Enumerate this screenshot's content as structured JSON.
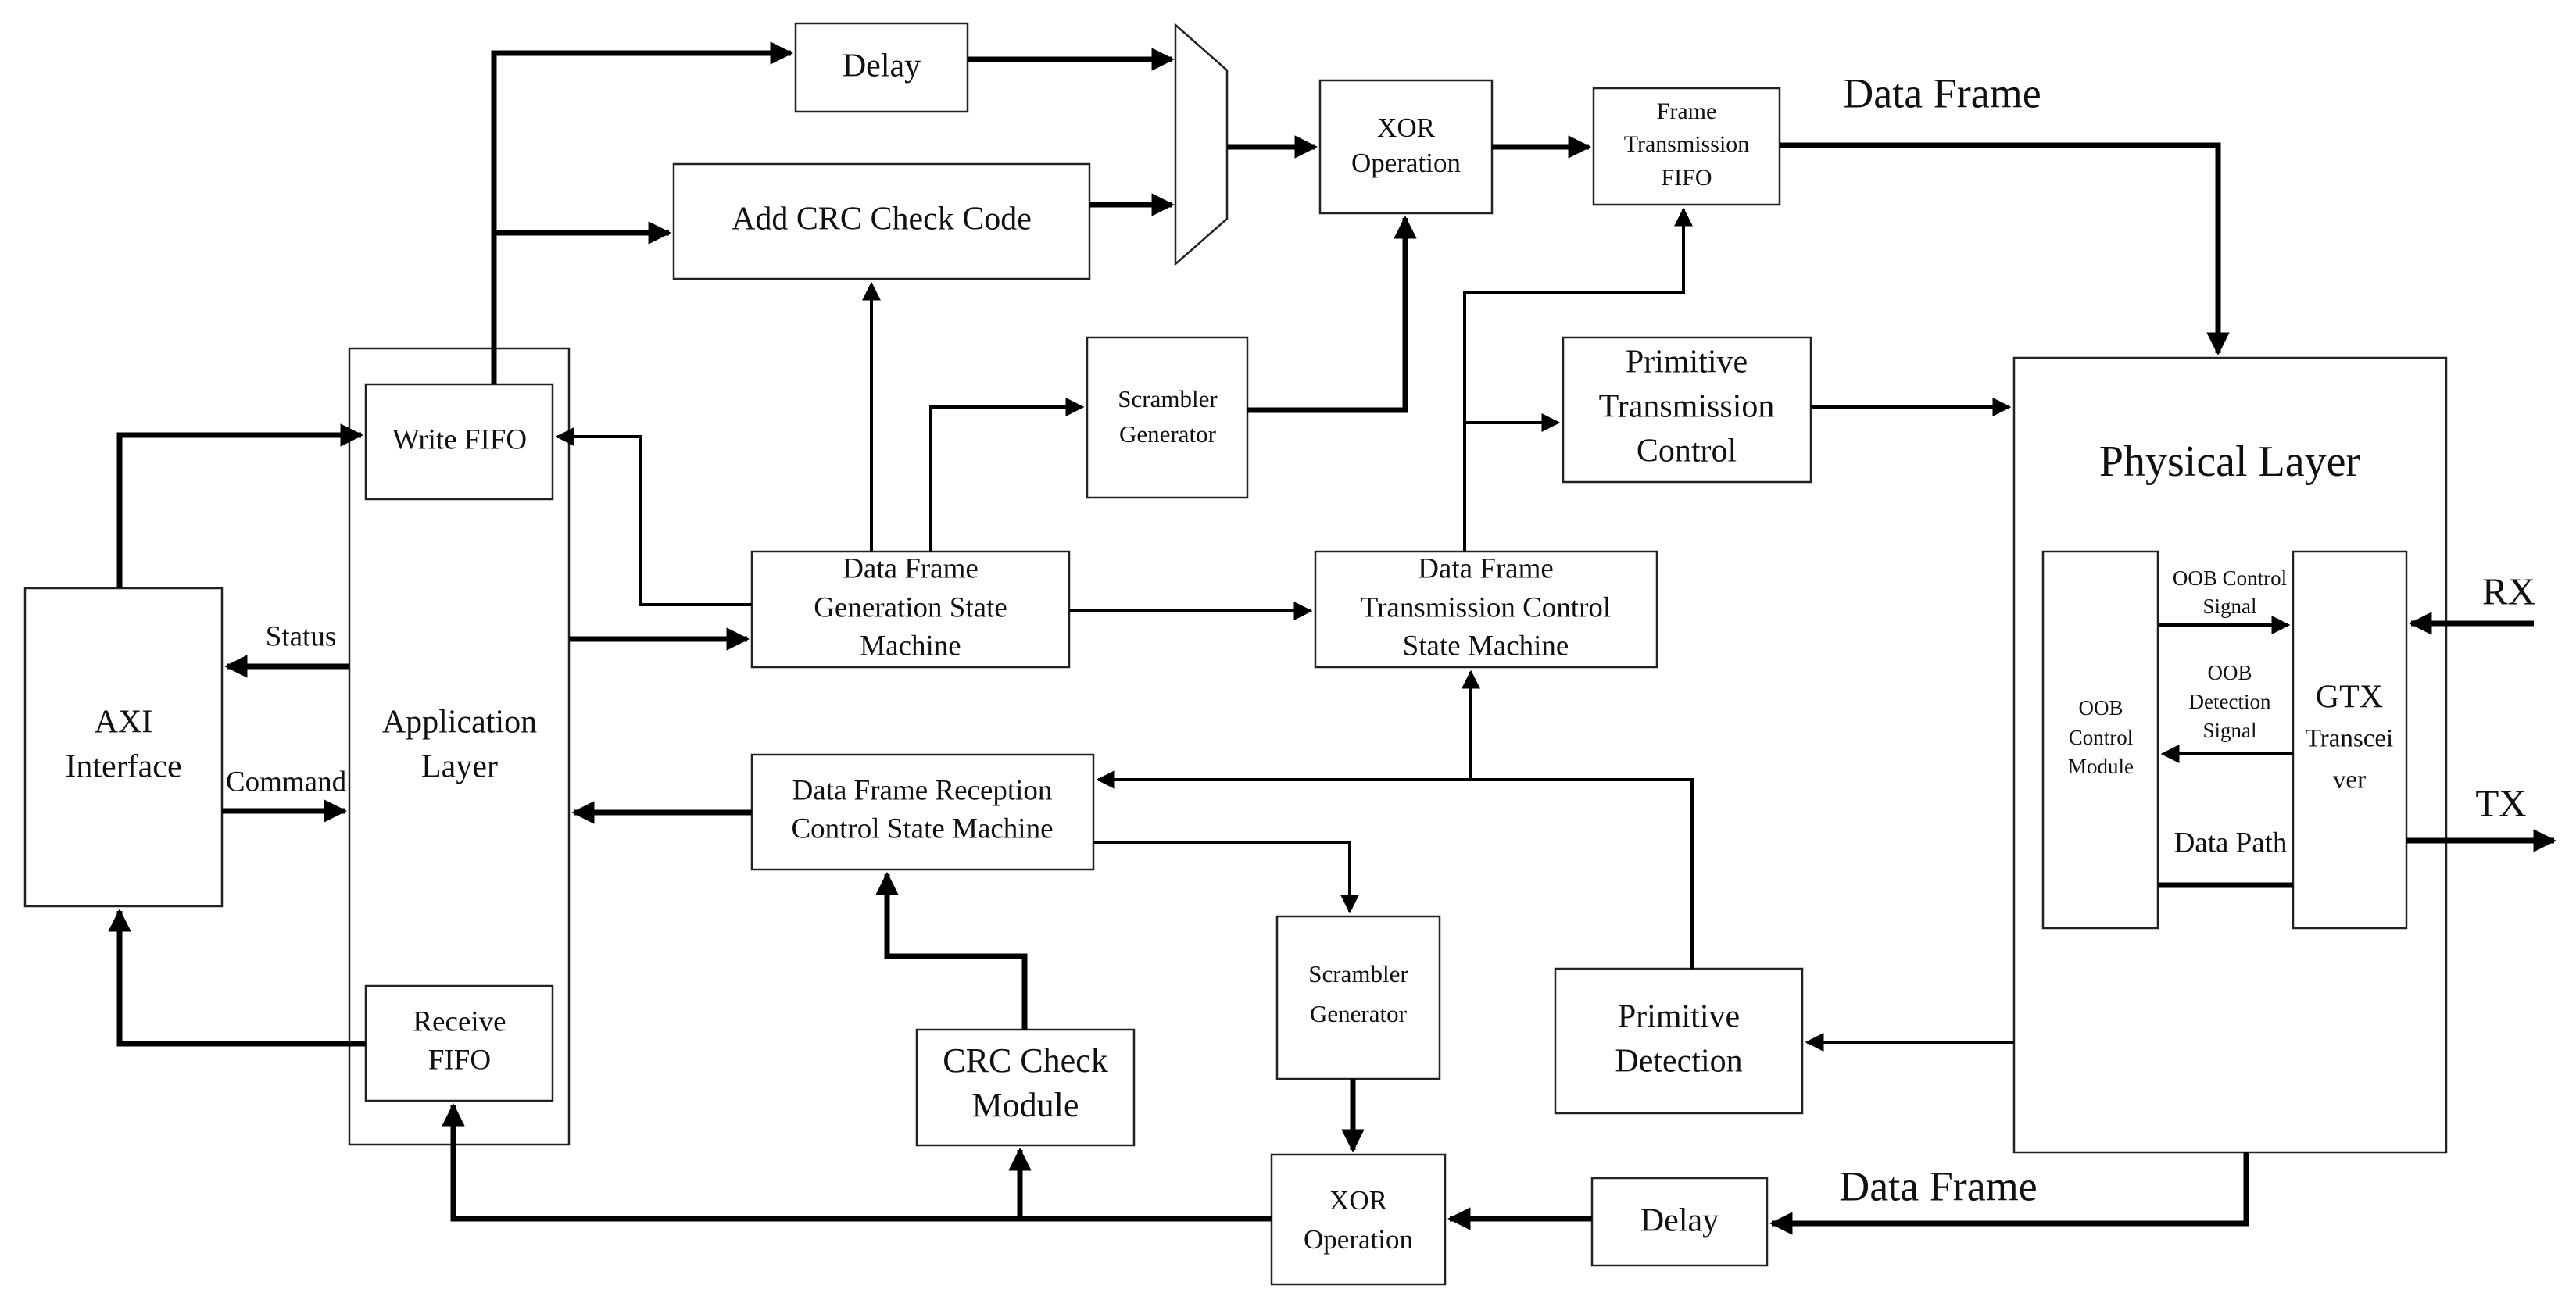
{
  "blocks": {
    "delay_top": "Delay",
    "add_crc": "Add CRC Check Code",
    "xor_top_1": "XOR",
    "xor_top_2": "Operation",
    "frame_tx_fifo_1": "Frame",
    "frame_tx_fifo_2": "Transmission",
    "frame_tx_fifo_3": "FIFO",
    "data_frame_top": "Data Frame",
    "scrambler_top_1": "Scrambler",
    "scrambler_top_2": "Generator",
    "primitive_tx_1": "Primitive",
    "primitive_tx_2": "Transmission",
    "primitive_tx_3": "Control",
    "physical_layer": "Physical Layer",
    "write_fifo": "Write FIFO",
    "axi_1": "AXI",
    "axi_2": "Interface",
    "status": "Status",
    "command": "Command",
    "app_layer_1": "Application",
    "app_layer_2": "Layer",
    "gen_sm_1": "Data Frame",
    "gen_sm_2": "Generation State",
    "gen_sm_3": "Machine",
    "tx_sm_1": "Data Frame",
    "tx_sm_2": "Transmission Control",
    "tx_sm_3": "State Machine",
    "rx_sm_1": "Data Frame Reception",
    "rx_sm_2": "Control State Machine",
    "oob_ctrl_signal_1": "OOB Control",
    "oob_ctrl_signal_2": "Signal",
    "oob_det_signal_1": "OOB",
    "oob_det_signal_2": "Detection",
    "oob_det_signal_3": "Signal",
    "oob_module_1": "OOB",
    "oob_module_2": "Control",
    "oob_module_3": "Module",
    "gtx_1": "GTX",
    "gtx_2": "Transcei",
    "gtx_3": "ver",
    "data_path": "Data Path",
    "rx": "RX",
    "tx": "TX",
    "receive_fifo_1": "Receive",
    "receive_fifo_2": "FIFO",
    "crc_check_1": "CRC Check",
    "crc_check_2": "Module",
    "scrambler_bot_1": "Scrambler",
    "scrambler_bot_2": "Generator",
    "primitive_det_1": "Primitive",
    "primitive_det_2": "Detection",
    "xor_bot_1": "XOR",
    "xor_bot_2": "Operation",
    "delay_bot": "Delay",
    "data_frame_bot": "Data Frame"
  },
  "colors": {
    "line": "#000000",
    "box_stroke": "#222222",
    "text": "#111111",
    "background": "#ffffff"
  }
}
